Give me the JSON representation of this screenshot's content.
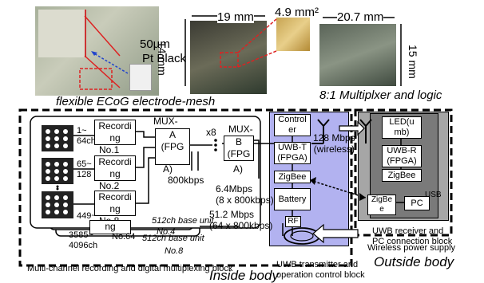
{
  "photos": {
    "mesh_scale": "50µm",
    "pt_black": "Pt Black",
    "dim_19mm": "19 mm",
    "dim_14mm": "14 mm",
    "area": "4.9 mm²",
    "dim_20_7mm": "20.7 mm",
    "dim_15mm": "15 mm"
  },
  "captions": {
    "ecog": "flexible ECoG electrode-mesh",
    "multiplexer": "8:1 Multiplxer and logic"
  },
  "recording": {
    "ch_1_64": "1~\n64ch",
    "ch_65_128": "65~\n128",
    "ch_449": "449~",
    "ch_3585": "3585~",
    "ch_4096": "4096ch",
    "block1": "Recordi\nng",
    "block1_no": "No.1",
    "block2": "Recordi\nng",
    "block2_no": "No.2",
    "block8": "Recordi\nng",
    "block8_no": "No.8",
    "block64": "ng",
    "block64_no": "No.64",
    "unit_512": "512ch base unit",
    "unit_512_no4": "No.4",
    "unit_512_b": "512ch base unit",
    "unit_512_no8": "No.8",
    "label": "Multi-channel recording and digital multiplexing block"
  },
  "mux": {
    "mux_a_title": "MUX-",
    "mux_a_body": "A\n(FPG",
    "mux_a_suffix": "A)",
    "x8": "x8",
    "rate_800": "800kbps",
    "mux_b_title": "MUX-",
    "mux_b_body": "B\n(FPG",
    "mux_b_suffix": "A)",
    "rate_6_4": "6.4Mbps\n(8 x 800kbps)",
    "rate_51_2": "51.2 Mbps\n(64 x 800kbps)"
  },
  "transmitter": {
    "controller": "Control\ner",
    "uwb_t": "UWB-T\n(FPGA)",
    "zigbee": "ZigBee",
    "battery": "Battery",
    "rf": "RF",
    "label": "UWB transmitter and\noperation control block"
  },
  "wireless": {
    "rate": "128 Mbps\n(wireless)"
  },
  "receiver": {
    "led": "LED(u\nmb)",
    "uwb_r": "UWB-R\n(FPGA)",
    "zigbee": "ZigBee",
    "zigbee_usb": "ZigBe\ne",
    "usb": "USB",
    "pc": "PC",
    "label": "UWB receiver and\nPC connection block",
    "power": "Wireless power supply"
  },
  "regions": {
    "inside": "Inside body",
    "outside": "Outside body"
  },
  "colors": {
    "transmitter_bg": "#b2b2f0",
    "receiver_bg": "#a6a6a6",
    "connector": "#555555"
  }
}
